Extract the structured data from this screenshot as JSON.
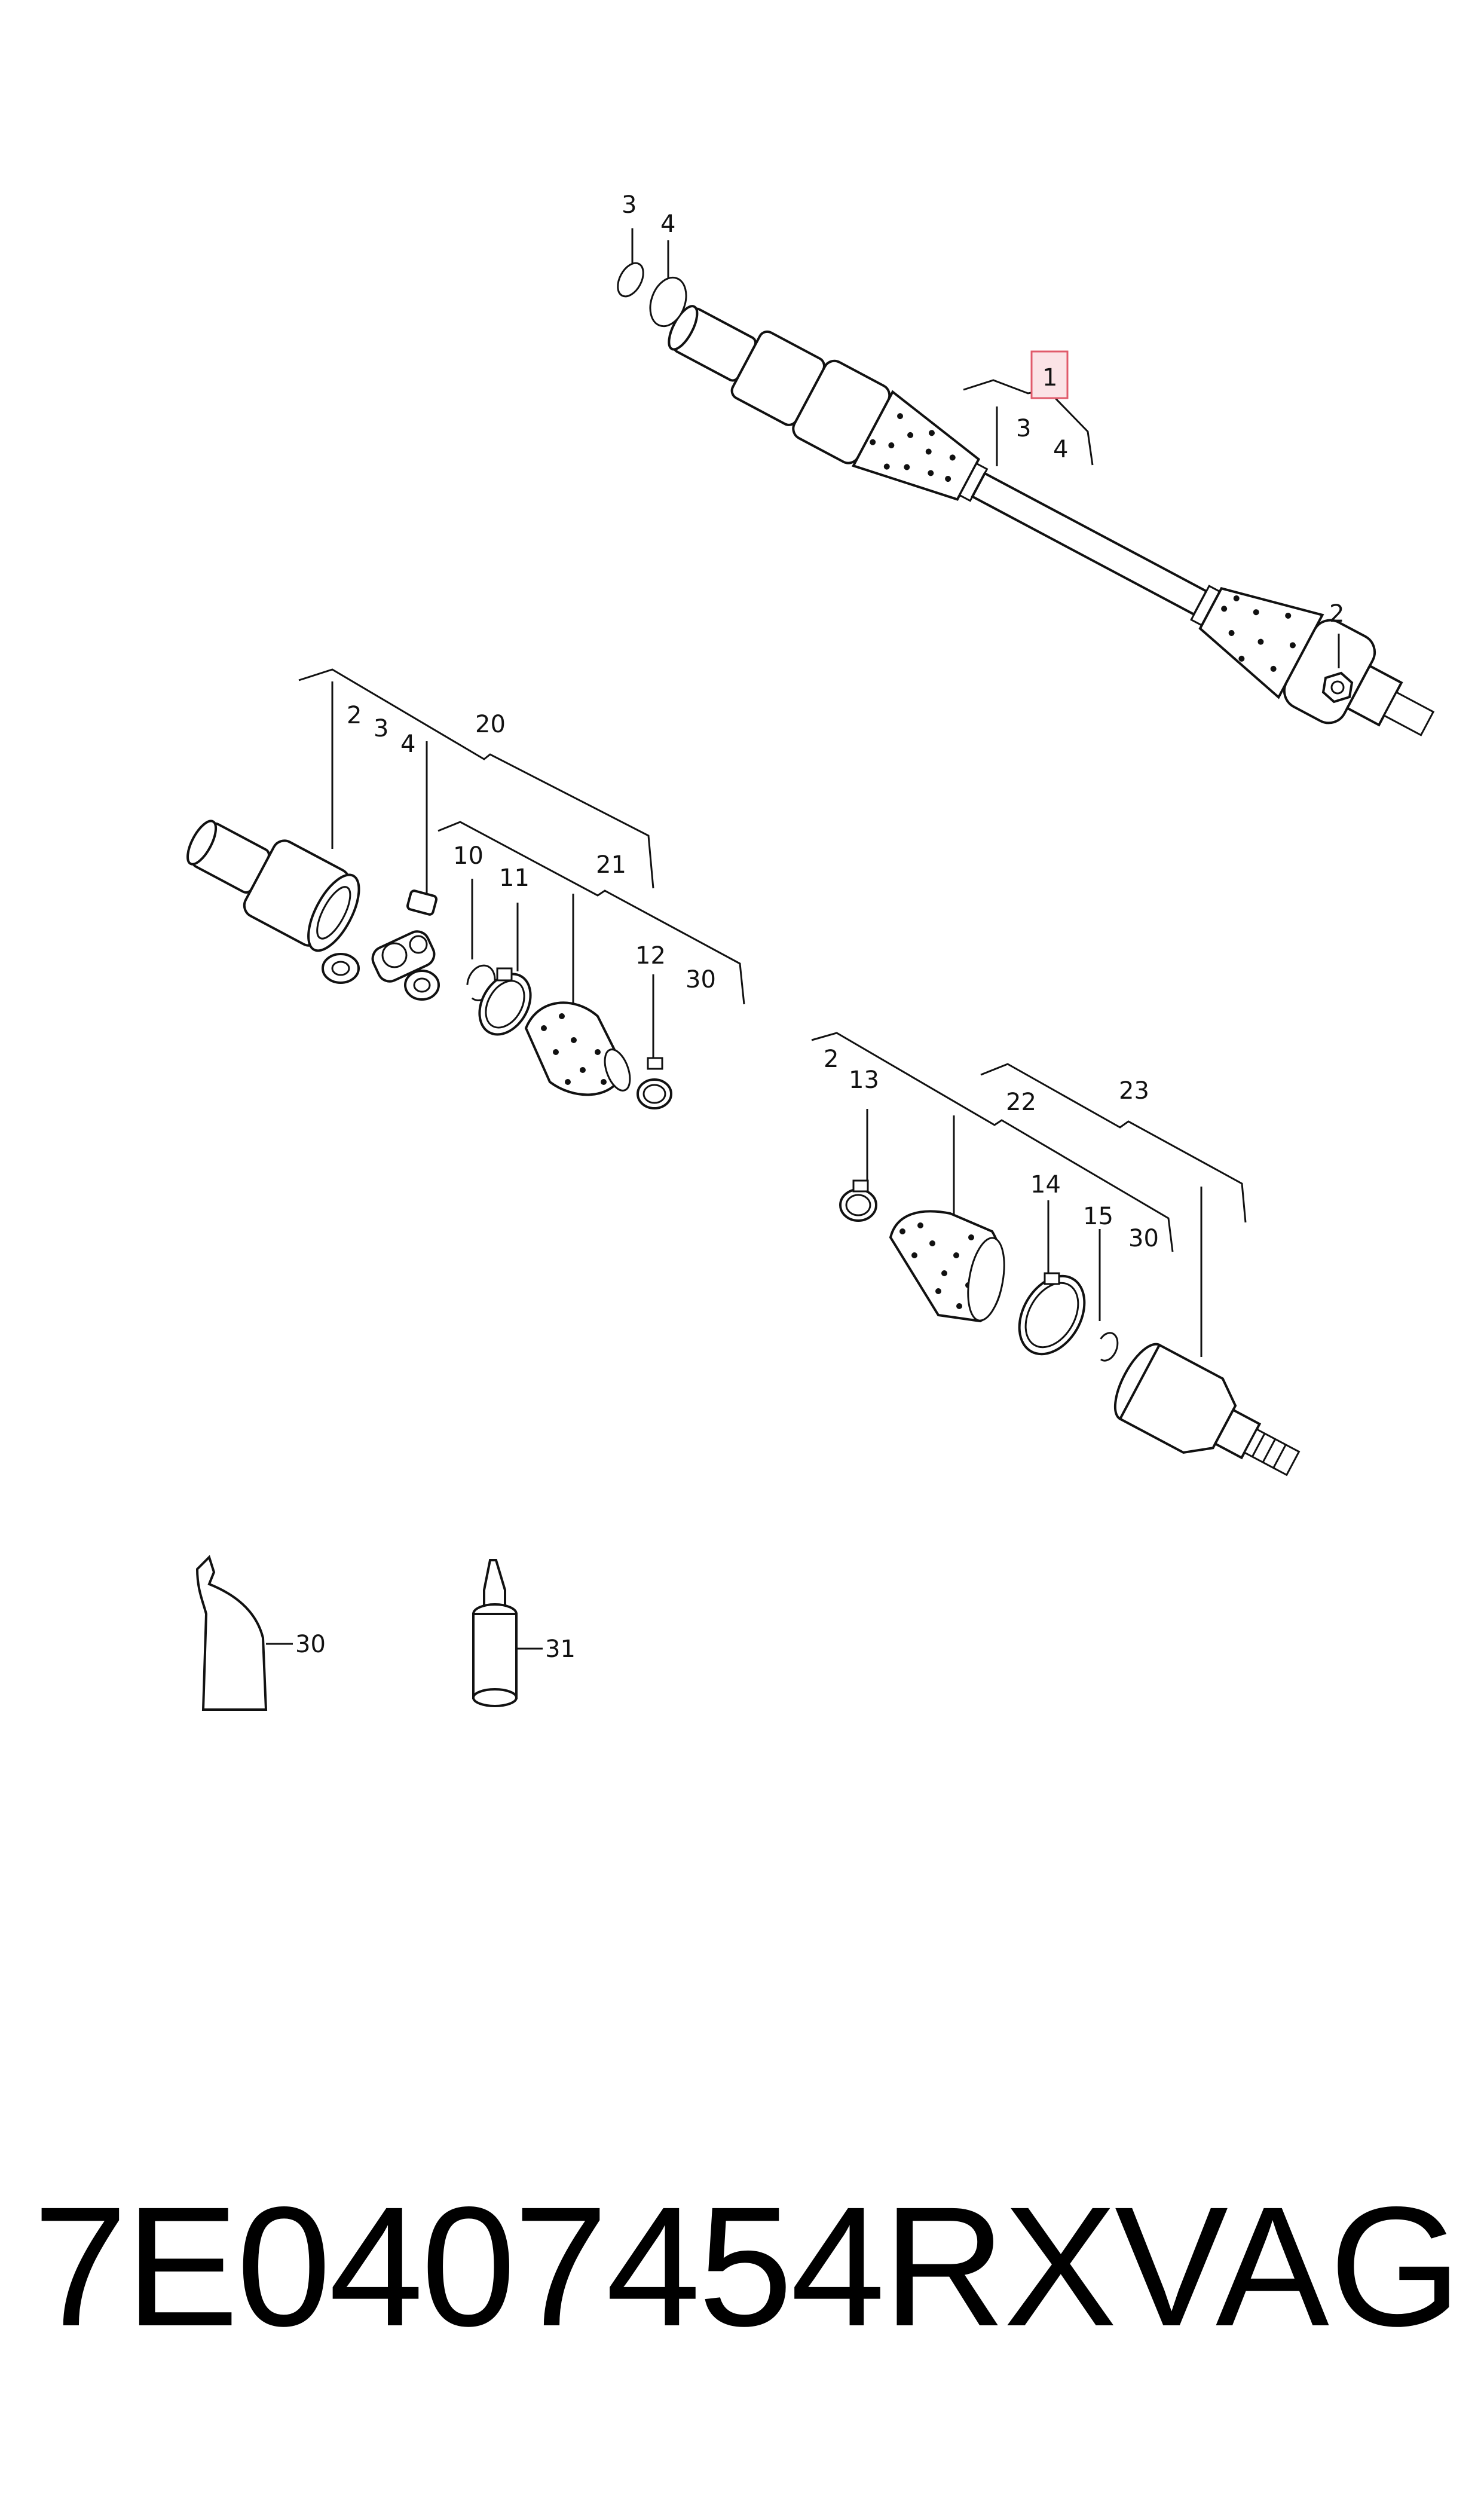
{
  "diagram": {
    "callouts": {
      "main_3": "3",
      "main_4": "4",
      "main_1": "1",
      "main_1_3": "3",
      "main_1_4": "4",
      "main_2": "2",
      "inner_2": "2",
      "inner_3": "3",
      "inner_4": "4",
      "inner_20": "20",
      "inner_10": "10",
      "inner_11": "11",
      "inner_21": "21",
      "inner_12": "12",
      "inner_30": "30",
      "outer_2": "2",
      "outer_13": "13",
      "outer_22": "22",
      "outer_23": "23",
      "outer_14": "14",
      "outer_15": "15",
      "outer_30": "30",
      "grease_30": "30",
      "bottle_31": "31"
    },
    "highlight_color": "#e05a6a"
  },
  "footer": {
    "part_number": "7E0407454RX",
    "brand": "VAG"
  }
}
